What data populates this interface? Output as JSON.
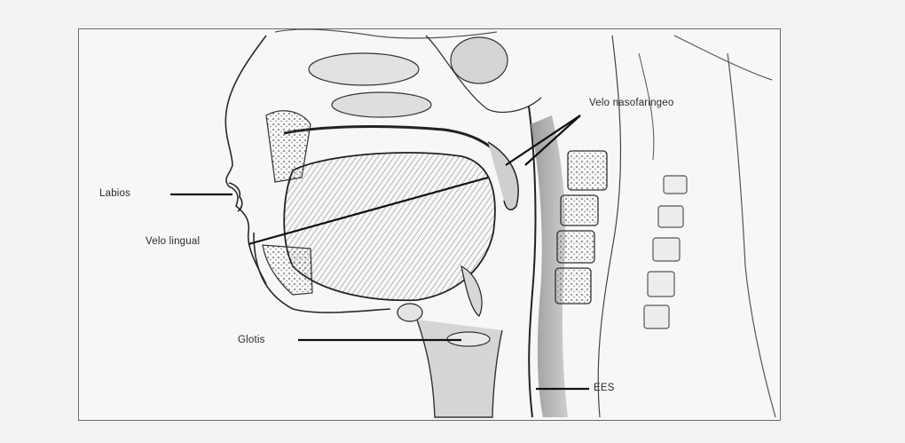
{
  "labels": {
    "velo_nasofaringeo": "Velo nasofaringeo",
    "labios": "Labios",
    "velo_lingual": "Velo lingual",
    "glotis": "Glotis",
    "ees": "EES"
  },
  "colors": {
    "background": "#f2f2f2",
    "line": "#1a1a1a",
    "shading": "#9a9a9a"
  }
}
